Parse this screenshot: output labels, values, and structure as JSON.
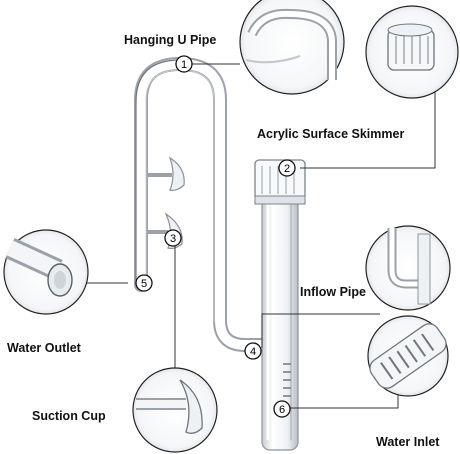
{
  "labels": {
    "hanging_u_pipe": "Hanging U Pipe",
    "surface_skimmer": "Acrylic Surface Skimmer",
    "inflow_pipe": "Inflow Pipe",
    "water_outlet": "Water Outlet",
    "suction_cup": "Suction Cup",
    "water_inlet": "Water Inlet"
  },
  "markers": [
    "1",
    "2",
    "3",
    "4",
    "5",
    "6"
  ]
}
